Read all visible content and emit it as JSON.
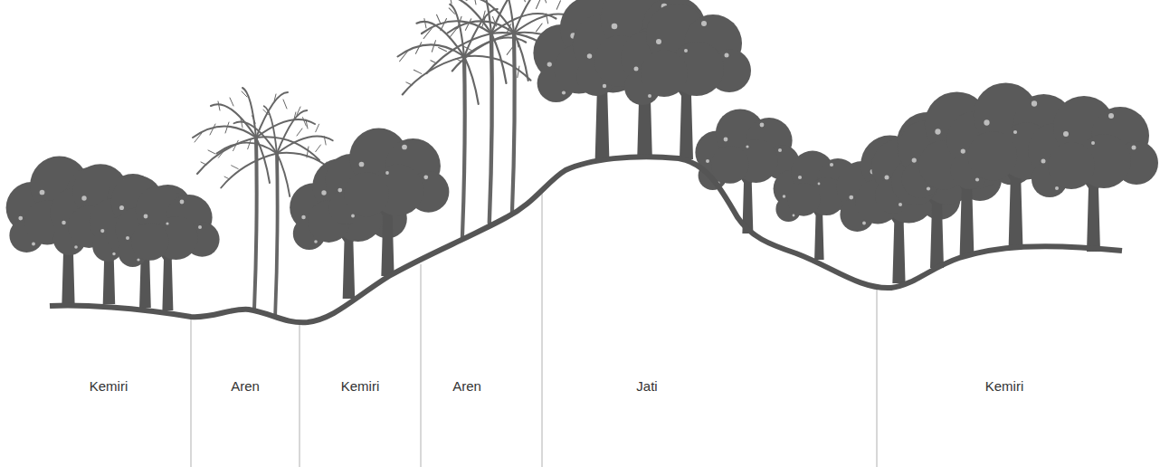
{
  "diagram": {
    "labels": [
      "Kemiri",
      "Aren",
      "Kemiri",
      "Aren",
      "Jati",
      "Kemiri"
    ]
  }
}
